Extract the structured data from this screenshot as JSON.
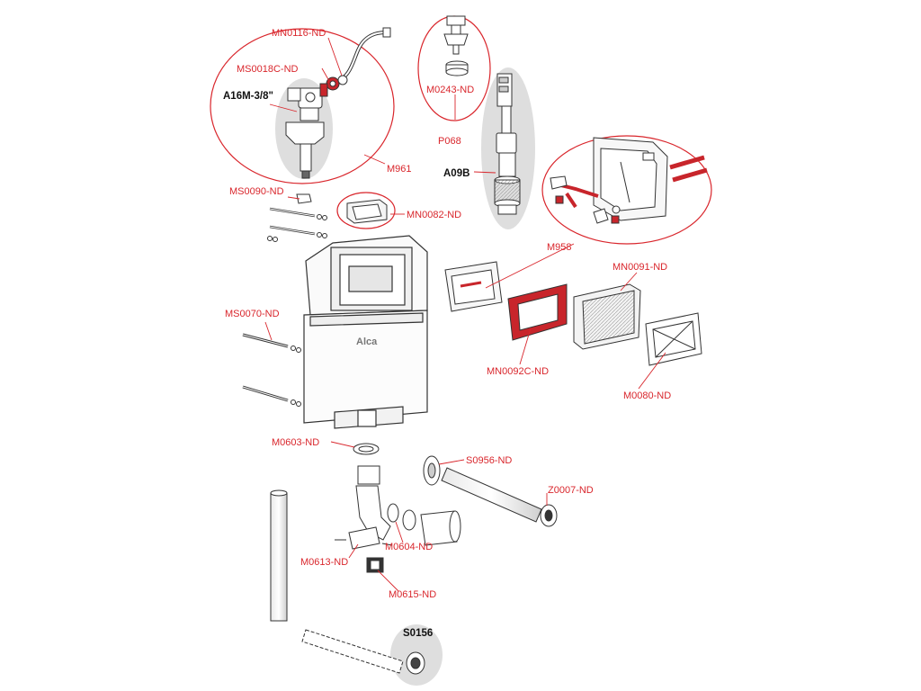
{
  "brand": "Alca",
  "labels": {
    "mn0116": "MN0116-ND",
    "ms0018c": "MS0018C-ND",
    "a16m": "A16M-3/8\"",
    "m961": "M961",
    "m0243": "M0243-ND",
    "p068": "P068",
    "a09b": "A09B",
    "ms0090": "MS0090-ND",
    "mn0082": "MN0082-ND",
    "m958": "M958",
    "mn0091": "MN0091-ND",
    "ms0070": "MS0070-ND",
    "mn0092c": "MN0092C-ND",
    "m0080": "M0080-ND",
    "m0603": "M0603-ND",
    "s0956": "S0956-ND",
    "z0007": "Z0007-ND",
    "m0604": "M0604-ND",
    "m0613": "M0613-ND",
    "m0615": "M0615-ND",
    "s0156": "S0156"
  },
  "colors": {
    "label_red": "#d9262c",
    "callout_red": "#d9262c",
    "highlight_gray": "#dedede",
    "part_stroke": "#333333",
    "part_red": "#c8252b"
  }
}
